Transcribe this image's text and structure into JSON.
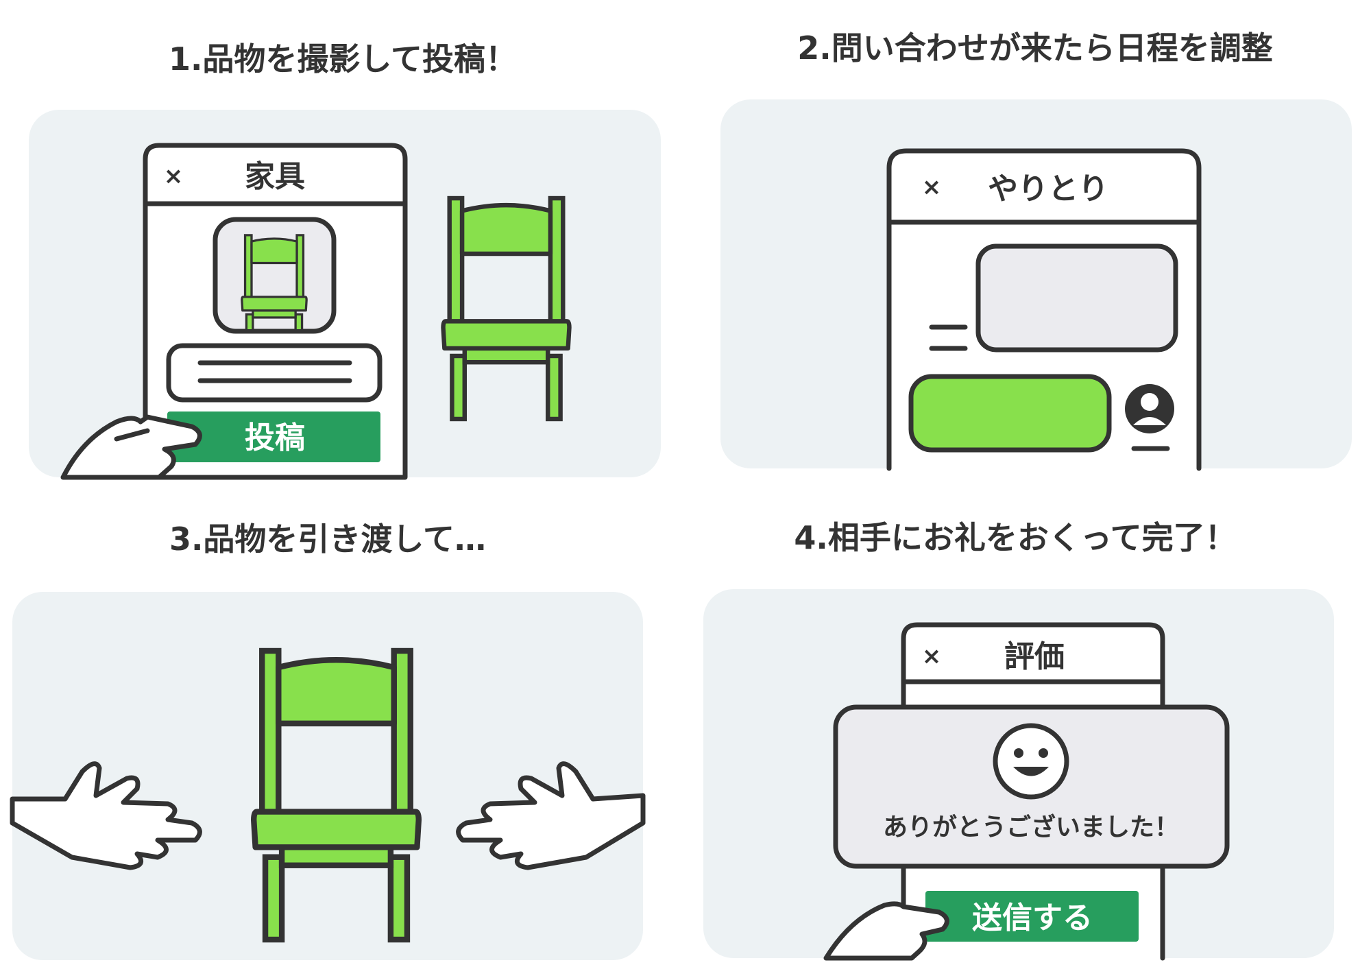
{
  "colors": {
    "panel_bg": "#edf2f4",
    "chair_green": "#88e04c",
    "button_green": "#279e5e",
    "ink": "#333333",
    "bubble_gray": "#ebebef"
  },
  "steps": [
    {
      "title": "1.品物を撮影して投稿！",
      "screen_title": "家具",
      "close_icon": "×",
      "button_label": "投稿"
    },
    {
      "title": "2.問い合わせが来たら日程を調整",
      "screen_title": "やりとり",
      "close_icon": "×"
    },
    {
      "title": "3.品物を引き渡して…"
    },
    {
      "title": "4.相手にお礼をおくって完了！",
      "screen_title": "評価",
      "close_icon": "×",
      "message": "ありがとうございました！",
      "button_label": "送信する"
    }
  ]
}
